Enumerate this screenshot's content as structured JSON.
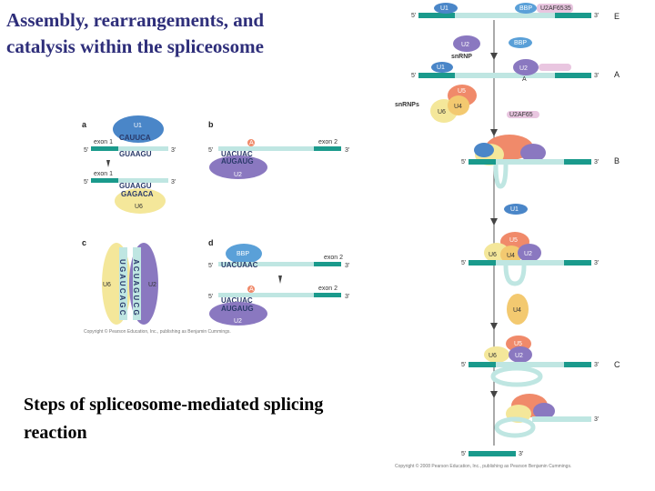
{
  "title_line1": "Assembly, rearrangements, and",
  "title_line2": "catalysis within the spliceosome",
  "caption_line1": "Steps of spliceosome-mediated splicing",
  "caption_line2": "reaction",
  "colors": {
    "title": "#2e2e7a",
    "exon": "#1a9a8c",
    "intron": "#bfe6e2",
    "u1": "#4a86c8",
    "u2": "#8a78c0",
    "u4": "#f3c970",
    "u5": "#f08a6a",
    "u6": "#f4e79a",
    "bbp": "#5aa0d8"
  },
  "panels": {
    "a": "a",
    "b": "b",
    "c": "c",
    "d": "d",
    "u1": "U1",
    "u6": "U6",
    "u2": "U2",
    "exon1": "exon 1",
    "exon2": "exon 2",
    "five": "5'",
    "three": "3'",
    "a_seq_u1": "CAUUCA",
    "a_seq_top": "GUAAGU",
    "a_seq_mid": "GUAAGU",
    "a_seq_u6": "GAGACA",
    "b_seq_top": "UACUAC",
    "b_seq_bot": "AUGAUG",
    "branch_a": "A",
    "c_left": "U G A U C A G C",
    "c_right": "A C U A G U C G",
    "bbp": "BBP",
    "d_seq_top": "UACUAAC",
    "d_seq_mid": "UACUAC",
    "d_seq_bot": "AUGAUG",
    "small_copyright": "Copyright © Pearson Education, Inc., publishing as Benjamin Cummings."
  },
  "pathway": {
    "u1": "U1",
    "bbp": "BBP",
    "u2af": "U2AF65",
    "u2af35": "35",
    "u2": "U2",
    "snrnp": "snRNP",
    "snrnps": "snRNPs",
    "u4": "U4",
    "u5": "U5",
    "u6": "U6",
    "five": "5'",
    "three": "3'",
    "a": "A",
    "stage_e": "E",
    "stage_a": "A",
    "stage_b": "B",
    "stage_c": "C",
    "copyright": "Copyright © 2008 Pearson Education, Inc., publishing as Pearson Benjamin Cummings."
  }
}
